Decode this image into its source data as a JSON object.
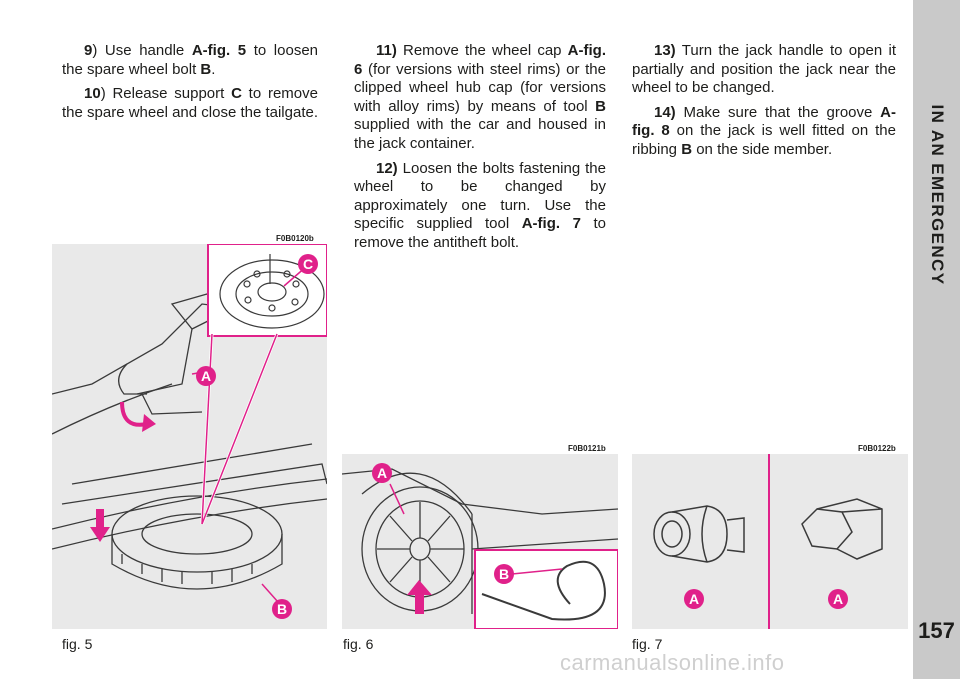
{
  "section_title": "IN AN EMERGENCY",
  "page_number": "157",
  "col1": {
    "p1": {
      "num": "9",
      "t1": ") Use handle ",
      "b1": "A-fig. 5",
      "t2": " to loosen the spare wheel bolt ",
      "b2": "B",
      "t3": "."
    },
    "p2": {
      "num": "10",
      "t1": ") Release support ",
      "b1": "C",
      "t2": " to remove the spare wheel and close the tailgate."
    }
  },
  "col2": {
    "p1": {
      "num": "11)",
      "t1": " Remove the wheel cap ",
      "b1": "A-fig. 6",
      "t2": " (for versions with steel rims) or the clipped wheel hub cap (for versions with alloy rims) by means of tool ",
      "b2": "B",
      "t3": " supplied with the car and housed in the jack container."
    },
    "p2": {
      "num": "12)",
      "t1": " Loosen the bolts fastening the wheel to be changed by approximately one turn. Use the specific supplied tool ",
      "b1": "A-fig. 7",
      "t2": " to remove the antitheft bolt."
    }
  },
  "col3": {
    "p1": {
      "num": "13)",
      "t1": " Turn the jack handle to open it partially and position the jack near the wheel to be changed."
    },
    "p2": {
      "num": "14)",
      "t1": " Make sure that the groove ",
      "b1": "A-fig. 8",
      "t2": " on the jack is well fitted on the ribbing ",
      "b2": "B",
      "t3": " on the side member."
    }
  },
  "figures": {
    "fig5": {
      "code": "F0B0120b",
      "caption": "fig. 5",
      "labels": {
        "a": "A",
        "b": "B",
        "c": "C"
      }
    },
    "fig6": {
      "code": "F0B0121b",
      "caption": "fig. 6",
      "labels": {
        "a": "A",
        "b": "B"
      }
    },
    "fig7": {
      "code": "F0B0122b",
      "caption": "fig. 7",
      "labels": {
        "a1": "A",
        "a2": "A"
      }
    }
  },
  "watermark": "carmanualsonline.info",
  "colors": {
    "accent": "#e0218a",
    "sidebar": "#c9c9c9",
    "figure_bg": "#e9e9e9",
    "line_art": "#3a3a3a"
  }
}
